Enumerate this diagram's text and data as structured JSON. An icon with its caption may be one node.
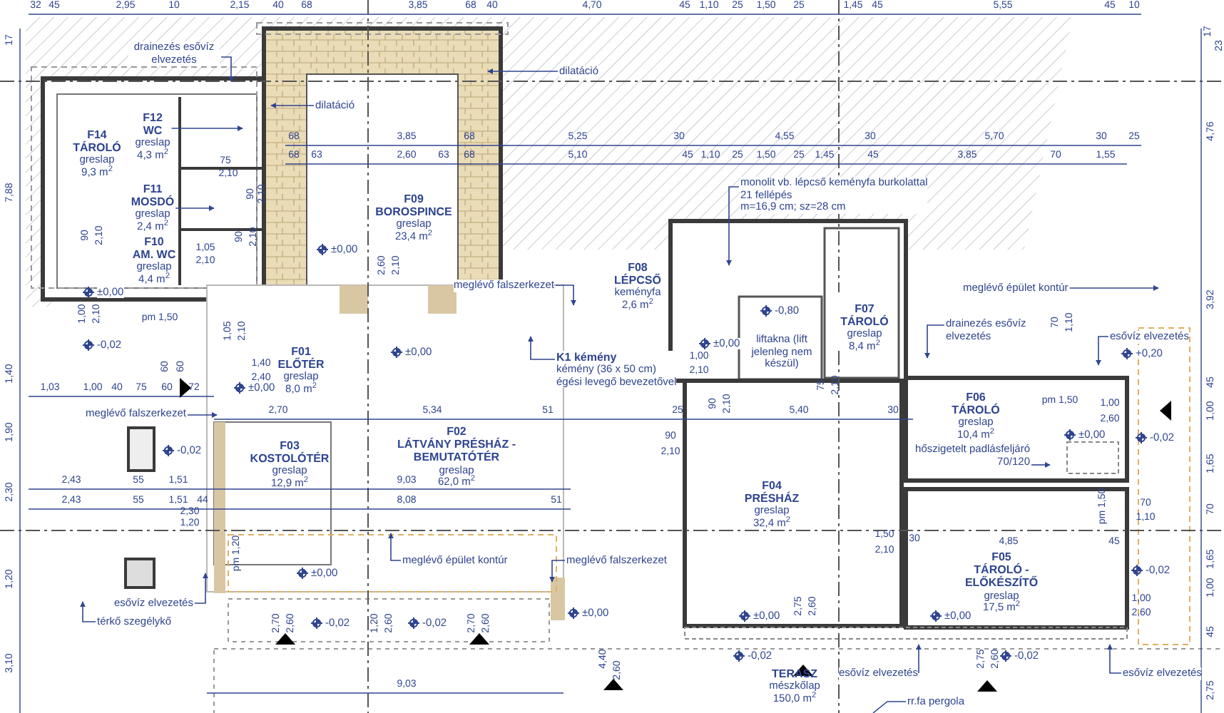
{
  "diagram": {
    "nodes": [
      {
        "text": [
          "F14",
          "TÁROLÓ",
          "greslap",
          "9,3 m$^{2}$"
        ]
      },
      {
        "text": [
          "F12",
          "WC",
          "greslap",
          "4,3 m$^{2}$"
        ]
      },
      {
        "text": [
          "F11",
          "MOSDÓ",
          "greslap",
          "2,4 m$^{2}$"
        ]
      },
      {
        "text": [
          "F10",
          "AM. WC",
          "greslap",
          "4,4 m$^{2}$"
        ]
      },
      {
        "text": [
          "F09",
          "BOROSPINCE",
          "greslap",
          "23,4 m$^{2}$"
        ]
      },
      {
        "text": [
          "F08",
          "LÉPCSŐ",
          "keményfa",
          "2,6 m$^{2}$"
        ]
      },
      {
        "text": [
          "F07",
          "TÁROLÓ",
          "greslap",
          "8,4 m$^{2}$"
        ]
      },
      {
        "text": [
          "F01",
          "ELŐTÉR",
          "greslap",
          "8,0 m$^{2}$"
        ]
      },
      {
        "text": [
          "F03",
          "KOSTOLÓTÉR",
          "greslap",
          "12,9 m$^{2}$"
        ]
      },
      {
        "text": [
          "F02",
          "LÁTVÁNY PRÉSHÁZ - BEMUTATÓTÉR",
          "greslap",
          "62,0 m$^{2}$"
        ]
      },
      {
        "text": [
          "F06",
          "TÁROLÓ",
          "greslap",
          "10,4 m$^{2}$"
        ]
      },
      {
        "text": [
          "F04",
          "PRÉSHÁZ",
          "greslap",
          "32,4 m$^{2}$"
        ]
      },
      {
        "text": [
          "F05",
          "TÁROLÓ - ELŐKÉSZÍTŐ",
          "greslap",
          "17,5 m$^{2}$"
        ]
      },
      {
        "text": [
          "TERASZ",
          "mészkőlap",
          "150,0 m$^{2}$"
        ]
      },
      {
        "text": [
          "liftakna (lift jelenleg nem készül)"
        ]
      },
      {
        "text": [
          "drainezés esővíz elvezetés"
        ]
      },
      {
        "text": [
          "dilatáció"
        ]
      },
      {
        "text": [
          "dilatáció"
        ]
      },
      {
        "text": [
          "monolit vb. lépcső keményfa burkolattal",
          "21 fellépés",
          "m=16,9 cm; sz=28 cm"
        ]
      },
      {
        "text": [
          "meglévő falszerkezet"
        ]
      },
      {
        "text": [
          "K1 kémény",
          "kémény (36 x 50 cm)",
          "égési levegő bevezetővel"
        ]
      },
      {
        "text": [
          "meglévő épület kontúr"
        ]
      },
      {
        "text": [
          "drainezés esővíz elvezetés"
        ]
      },
      {
        "text": [
          "esővíz elvezetés"
        ]
      },
      {
        "text": [
          "meglévő falszerkezet"
        ]
      },
      {
        "text": [
          "hőszigetelt padlásfeljáró 70/120"
        ]
      },
      {
        "text": [
          "meglévő épület kontúr"
        ]
      },
      {
        "text": [
          "meglévő falszerkezet"
        ]
      },
      {
        "text": [
          "esővíz elvezetés"
        ]
      },
      {
        "text": [
          "térkő szegélykő"
        ]
      },
      {
        "text": [
          "esővíz elvezetés"
        ]
      },
      {
        "text": [
          "esővíz elvezetés"
        ]
      },
      {
        "text": [
          "rr.fa pergola"
        ]
      }
    ],
    "edges": [
      {
        "from": 1,
        "to": null,
        "arrow": "to"
      },
      {
        "from": 2,
        "to": null,
        "arrow": "to"
      },
      {
        "from": 15,
        "to": null,
        "arrow": "to"
      },
      {
        "from": 16,
        "to": null,
        "arrow": "to"
      },
      {
        "from": 17,
        "to": null,
        "arrow": "to"
      },
      {
        "from": 18,
        "to": null,
        "arrow": "to"
      },
      {
        "from": 19,
        "to": null,
        "arrow": "to"
      },
      {
        "from": 20,
        "to": null,
        "arrow": "to"
      },
      {
        "from": 21,
        "to": null,
        "arrow": "to"
      },
      {
        "from": 22,
        "to": null,
        "arrow": "to"
      },
      {
        "from": 23,
        "to": null,
        "arrow": "to"
      },
      {
        "from": 24,
        "to": null,
        "arrow": "to"
      },
      {
        "from": 25,
        "to": null,
        "arrow": "to"
      },
      {
        "from": 26,
        "to": null,
        "arrow": "to"
      },
      {
        "from": 27,
        "to": null,
        "arrow": "to"
      },
      {
        "from": 28,
        "to": null,
        "arrow": "to"
      },
      {
        "from": 29,
        "to": null,
        "arrow": "to"
      },
      {
        "from": 30,
        "to": null,
        "arrow": "to"
      },
      {
        "from": 31,
        "to": null,
        "arrow": "to"
      },
      {
        "from": 32,
        "to": null,
        "arrow": "none"
      }
    ],
    "labels": [
      "32",
      "45",
      "2,95",
      "10",
      "2,15",
      "40",
      "68",
      "3,85",
      "68",
      "40",
      "4,70",
      "45",
      "1,10",
      "25",
      "1,50",
      "25",
      "1,45",
      "45",
      "5,55",
      "45",
      "10",
      "68",
      "3,85",
      "68",
      "5,25",
      "30",
      "4,55",
      "30",
      "5,70",
      "30",
      "25",
      "68",
      "63",
      "2,60",
      "63",
      "68",
      "5,10",
      "45",
      "1,10",
      "25",
      "1,50",
      "25",
      "1,45",
      "45",
      "3,85",
      "70",
      "1,55",
      "17",
      "23",
      "4,76",
      "3,92",
      "45",
      "1,00",
      "1,65",
      "70",
      "1,65",
      "1,00",
      "45",
      "2,75",
      "17",
      "7,88",
      "1,40",
      "1,90",
      "2,30",
      "1,20",
      "3,10",
      "1,03",
      "1,00",
      "40",
      "75",
      "60",
      "72",
      "2,70",
      "5,34",
      "51",
      "25",
      "5,40",
      "30",
      "2,43",
      "55",
      "1,51",
      "9,03",
      "2,43",
      "55",
      "1,51",
      "44",
      "8,08",
      "51",
      "2,30",
      "1,20",
      "9,03",
      "75",
      "2,10",
      "90",
      "2,10",
      "90",
      "2,10",
      "90",
      "2,10",
      "1,05",
      "2,10",
      "1,00",
      "2,10",
      "pm 1,50",
      "1,05",
      "2,10",
      "2,60",
      "2,10",
      "60",
      "60",
      "1,40",
      "2,40",
      "1,00",
      "2,10",
      "90",
      "2,10",
      "90",
      "2,10",
      "75",
      "2,10",
      "70",
      "1,10",
      "pm 1,50",
      "1,00",
      "2,60",
      "pm 1,50",
      "70",
      "1,10",
      "1,50",
      "2,10",
      "30",
      "4,85",
      "45",
      "1,00",
      "2,60",
      "pm 1,20",
      "2,70",
      "2,60",
      "1,20",
      "2,60",
      "2,70",
      "2,60",
      "4,40",
      "2,60",
      "2,75",
      "2,60",
      "2,75",
      "2,60",
      "±0,00",
      "-0,02",
      "±0,00",
      "±0,00",
      "±0,00",
      "-0,02",
      "±0,00",
      "-0,02",
      "-0,02",
      "±0,00",
      "±0,00",
      "-0,02",
      "±0,00",
      "-0,02",
      "-0,80",
      "±0,00",
      "+0,20",
      "±0,00",
      "-0,02",
      "-0,02"
    ]
  }
}
